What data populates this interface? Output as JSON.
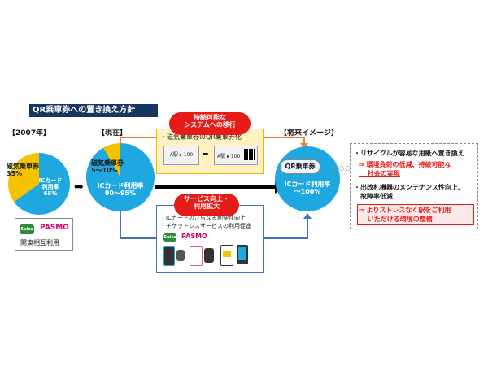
{
  "title": "QR乗車券への置き換え方針",
  "columns": {
    "y2007": "【2007年】",
    "now": "【現在】",
    "future": "【将来イメージ】"
  },
  "pie2007": {
    "label1": "磁気乗車券",
    "value1": "35%",
    "label2": "ICカード\n利用率\n65%"
  },
  "pieNow": {
    "label1": "磁気乗車券\n5～10%",
    "label2": "ICカード利用率\n90～95%"
  },
  "pieFuture": {
    "label1": "QR乗車券",
    "label2": "ICカード利用率\n～100%"
  },
  "box2007": {
    "suica": "Suica",
    "pasmo": "PASMO",
    "caption": "関東相互利用"
  },
  "topBox": {
    "pill": "持続可能な\nシステムへの移行",
    "text": "・磁気乗車券のQR乗車券化",
    "ticket1": "A駅 ▸ 100",
    "ticket2": "A駅 ▸ 100"
  },
  "bottomBox": {
    "pill": "サービス向上・\n利用拡大",
    "line1": "・ICカードのさらなる利便性向上",
    "line2": "・チケットレスサービスの利用促進",
    "suica": "Suica",
    "pasmo": "PASMO"
  },
  "rightBox": {
    "b1": "・リサイクルが容易な用紙へ置き換え",
    "b1sub": "⇒ 環境負荷の低減、持続可能な\n　 社会の実現",
    "b2": "・出改札機器のメンテナンス性向上、\n　故障率低減",
    "b2sub": "⇒ よりストレスなく駅をご利用\n　 いただける環境の整備"
  },
  "colors": {
    "ic": "#1fa8e0",
    "mag": "#f5c200",
    "red": "#e41b17",
    "navy": "#17375e"
  },
  "icons": [
    "arrow-right-icon",
    "phone-icon",
    "watch-icon",
    "card-icon",
    "qr-icon"
  ]
}
